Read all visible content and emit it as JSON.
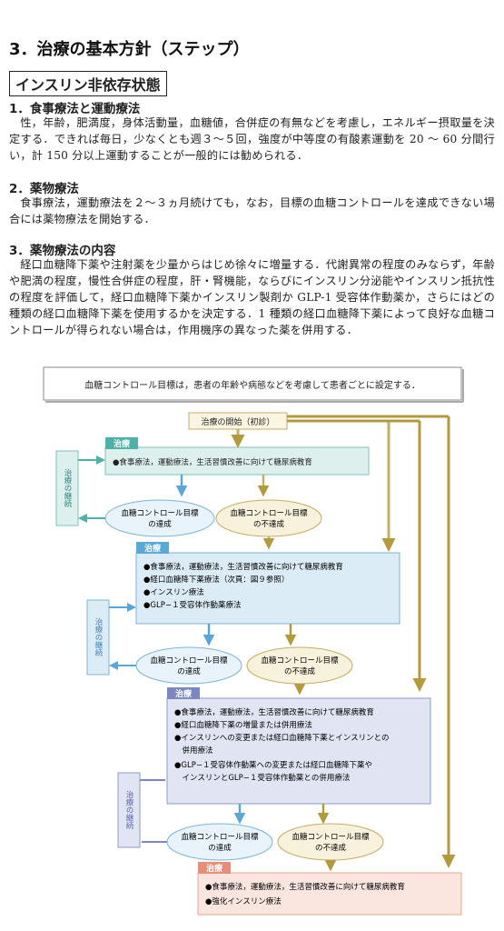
{
  "title": "3．治療の基本方針（ステップ）",
  "state_label": "インスリン非依存状態",
  "sections": [
    {
      "heading": "1．食事療法と運動療法",
      "body": "性，年齢，肥満度，身体活動量，血糖値，合併症の有無などを考慮し，エネルギー摂取量を決定する．できれば毎日，少なくとも週３～５回，強度が中等度の有酸素運動を 20 ～ 60 分間行い，計 150 分以上運動することが一般的には勧められる．"
    },
    {
      "heading": "2．薬物療法",
      "body": "食事療法，運動療法を２～３ヵ月続けても，なお，目標の血糖コントロールを達成できない場合には薬物療法を開始する．"
    },
    {
      "heading": "3．薬物療法の内容",
      "body": "経口血糖降下薬や注射薬を少量からはじめ徐々に増量する．代謝異常の程度のみならず，年齢や肥満の程度，慢性合併症の程度，肝・腎機能，ならびにインスリン分泌能やインスリン抵抗性の程度を評価して，経口血糖降下薬かインスリン製剤か GLP-1 受容体作動薬か，さらにはどの種類の経口血糖降下薬を使用するかを決定する．1 種類の経口血糖降下薬によって良好な血糖コントロールが得られない場合は，作用機序の異なった薬を併用する．"
    }
  ],
  "flow": {
    "goal_text": "血糖コントロール目標は，患者の年齢や病態などを考慮して患者ごとに設定する．",
    "start_label": "治療の開始（初診）",
    "treatment_tab": "治療",
    "continue_label": "治療の継続",
    "achieved": [
      "血糖コントロール目標",
      "の達成"
    ],
    "not_achieved": [
      "血糖コントロール目標",
      "の不達成"
    ],
    "steps": [
      {
        "items": [
          "●食事療法，運動療法，生活習慣改善に向けて糖尿病教育"
        ]
      },
      {
        "items": [
          "●食事療法，運動療法，生活習慣改善に向けて糖尿病教育",
          "●経口血糖降下薬療法（次頁：図９参照）",
          "●インスリン療法",
          "●GLP−１受容体作動薬療法"
        ]
      },
      {
        "items": [
          "●食事療法，運動療法，生活習慣改善に向けて糖尿病教育",
          "●経口血糖降下薬の増量または併用療法",
          "●インスリンへの変更または経口血糖降下薬とインスリンとの",
          "　併用療法",
          "●GLP−１受容体作動薬への変更または経口血糖降下薬や",
          "　インスリンとGLP−１受容体作動薬との併用療法"
        ]
      },
      {
        "items": [
          "●食事療法，運動療法，生活習慣改善に向けて糖尿病教育",
          "●強化インスリン療法"
        ]
      }
    ],
    "colors": {
      "step1_fill": "#def0ee",
      "step1_border": "#7fbfb9",
      "step1_tab": "#4fb0a8",
      "step2_fill": "#dcecf7",
      "step2_border": "#7fb3d6",
      "step2_tab": "#58a8d8",
      "step3_fill": "#e1e5f3",
      "step3_border": "#8e99c9",
      "step3_tab": "#7b86c2",
      "step4_fill": "#fbe5df",
      "step4_border": "#e3a896",
      "step4_tab": "#e58e7a",
      "achieved_fill": "#e9f3fb",
      "achieved_border": "#7fb3d6",
      "notachieved_fill": "#f8f2dd",
      "notachieved_border": "#c2ae66",
      "gold_arrow": "#b49a3f",
      "teal_arrow": "#4fb0a8",
      "blue_arrow": "#5aa6d6"
    }
  }
}
